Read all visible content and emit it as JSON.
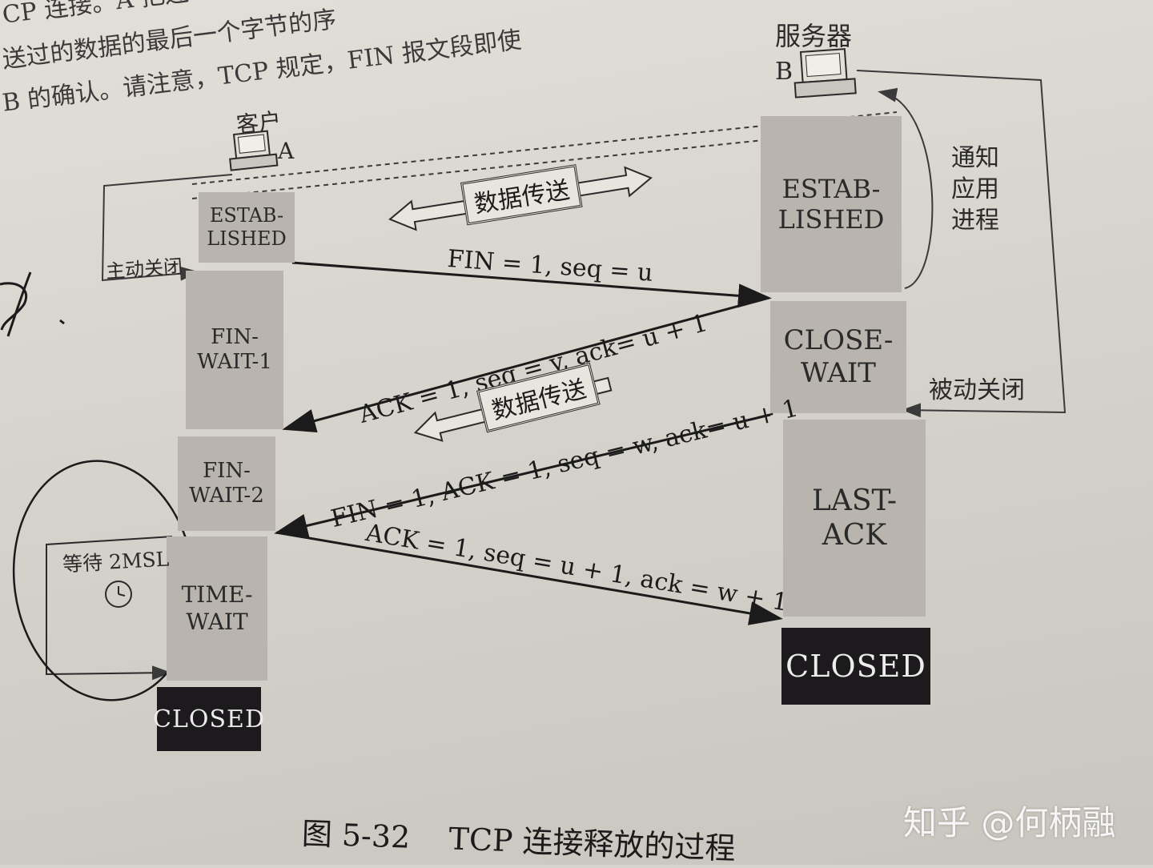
{
  "page_text": {
    "lines": [
      "CP 连接。A 把连",
      "送过的数据的最后一个字节的序",
      "B 的确认。请注意，TCP 规定，FIN 报文段即使"
    ]
  },
  "client": {
    "name": "客户",
    "letter": "A"
  },
  "server": {
    "name": "服务器",
    "letter": "B"
  },
  "client_states": {
    "established": "ESTAB-\nLISHED",
    "fin_wait_1": "FIN-\nWAIT-1",
    "fin_wait_2": "FIN-\nWAIT-2",
    "time_wait": "TIME-\nWAIT",
    "closed": "CLOSED"
  },
  "server_states": {
    "established": "ESTAB-\nLISHED",
    "close_wait": "CLOSE-\nWAIT",
    "last_ack": "LAST-\nACK",
    "closed": "CLOSED"
  },
  "messages": {
    "fin": "FIN = 1, seq = u",
    "ack": "ACK = 1, seq = v, ack= u + 1",
    "fin_ack": "FIN = 1, ACK = 1, seq = w, ack= u + 1",
    "last_ack": "ACK = 1, seq = u + 1, ack = w + 1"
  },
  "data_transfer": "数据传送",
  "active_close": "主动关闭",
  "notify_app": "通知\n应用\n进程",
  "passive_close": "被动关闭",
  "wait_2msl": "等待 2MSL",
  "caption": "图 5-32    TCP 连接释放的过程",
  "watermark": "知乎 @何柄融",
  "icons": [
    "computer-icon",
    "clock-icon"
  ],
  "colors": {
    "paper": "#d7d4cd",
    "state_fill": "#b9b5ae",
    "closed_fill": "#1c1a1c",
    "ink": "#1b1b1b"
  }
}
